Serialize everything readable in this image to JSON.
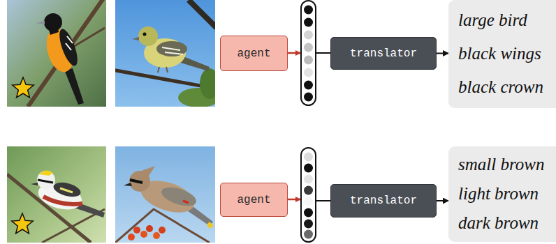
{
  "diagram": {
    "nodes": [
      {
        "text": [
          "agent"
        ]
      },
      {
        "text": [
          "translator"
        ]
      },
      {
        "text": [
          "large bird",
          "black wings",
          "black crown"
        ]
      },
      {
        "text": [
          "agent"
        ]
      },
      {
        "text": [
          "translator"
        ]
      },
      {
        "text": [
          "small brown",
          "light brown",
          "dark brown"
        ]
      }
    ],
    "edges": [
      {
        "from": 1,
        "to": 2,
        "arrow": "to"
      },
      {
        "from": 4,
        "to": 5,
        "arrow": "to"
      }
    ]
  }
}
